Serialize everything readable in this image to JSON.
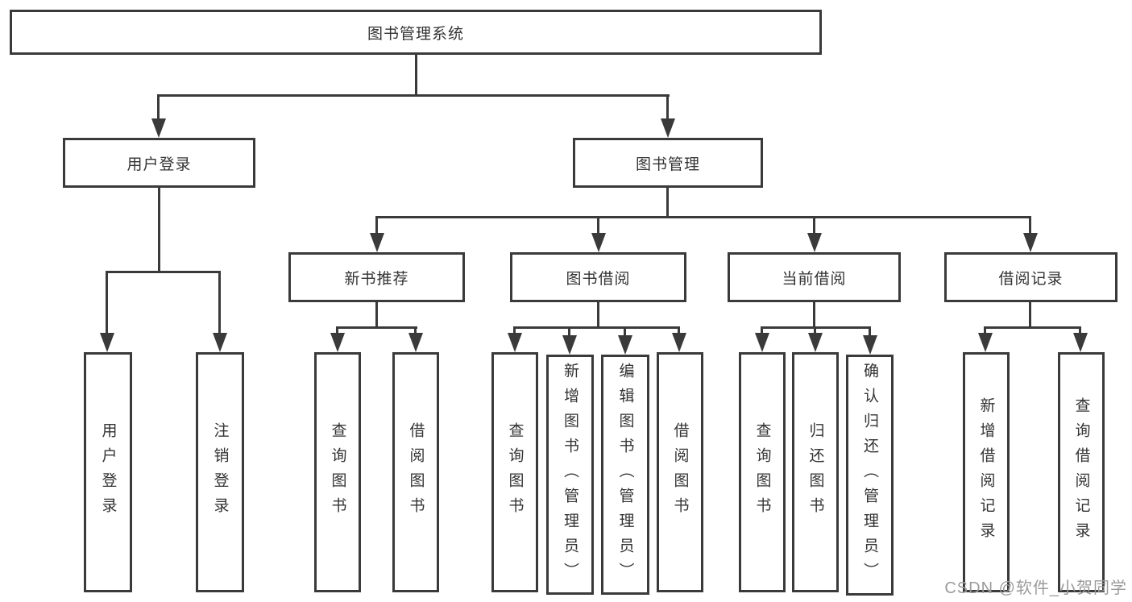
{
  "colors": {
    "line": "#3a3a3a",
    "border": "#3a3a3a",
    "text": "#333333",
    "box_fill": "#ffffff",
    "watermark": "#9b9b9b"
  },
  "watermark": {
    "text": "CSDN @软件_小贺同学"
  },
  "tree": {
    "label": "图书管理系统",
    "children": [
      {
        "label": "用户登录",
        "children": [
          {
            "label": "用户登录"
          },
          {
            "label": "注销登录"
          }
        ]
      },
      {
        "label": "图书管理",
        "children": [
          {
            "label": "新书推荐",
            "children": [
              {
                "label": "查询图书"
              },
              {
                "label": "借阅图书"
              }
            ]
          },
          {
            "label": "图书借阅",
            "children": [
              {
                "label": "查询图书"
              },
              {
                "label": "新增图书（管理员）"
              },
              {
                "label": "编辑图书（管理员）"
              },
              {
                "label": "借阅图书"
              }
            ]
          },
          {
            "label": "当前借阅",
            "children": [
              {
                "label": "查询图书"
              },
              {
                "label": "归还图书"
              },
              {
                "label": "确认归还（管理员）"
              }
            ]
          },
          {
            "label": "借阅记录",
            "children": [
              {
                "label": "新增借阅记录"
              },
              {
                "label": "查询借阅记录"
              }
            ]
          }
        ]
      }
    ]
  }
}
